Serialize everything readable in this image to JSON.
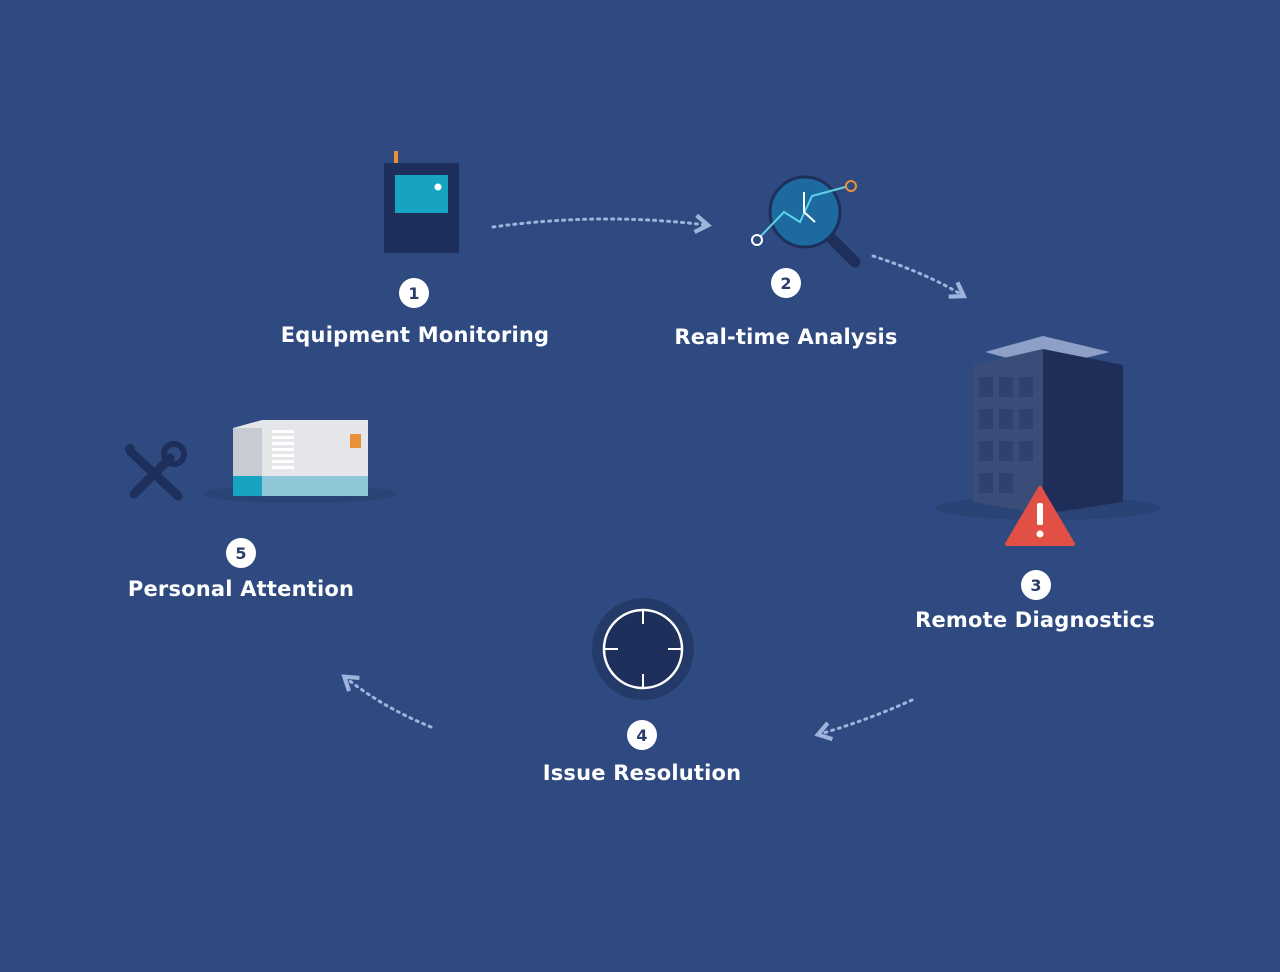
{
  "colors": {
    "background": "#2f4a80",
    "node_dark": "#1d2f5a",
    "accent_teal": "#17a3c2",
    "alert_red": "#e24f45",
    "arrow": "#9fb4dc",
    "orange": "#e8903a"
  },
  "steps": [
    {
      "number": "1",
      "label": "Equipment Monitoring",
      "icon": "monitoring-device-icon"
    },
    {
      "number": "2",
      "label": "Real-time Analysis",
      "icon": "analysis-magnifier-icon"
    },
    {
      "number": "3",
      "label": "Remote Diagnostics",
      "icon": "building-alert-icon"
    },
    {
      "number": "4",
      "label": "Issue Resolution",
      "icon": "clock-target-icon"
    },
    {
      "number": "5",
      "label": "Personal Attention",
      "icon": "tools-generator-icon"
    }
  ]
}
